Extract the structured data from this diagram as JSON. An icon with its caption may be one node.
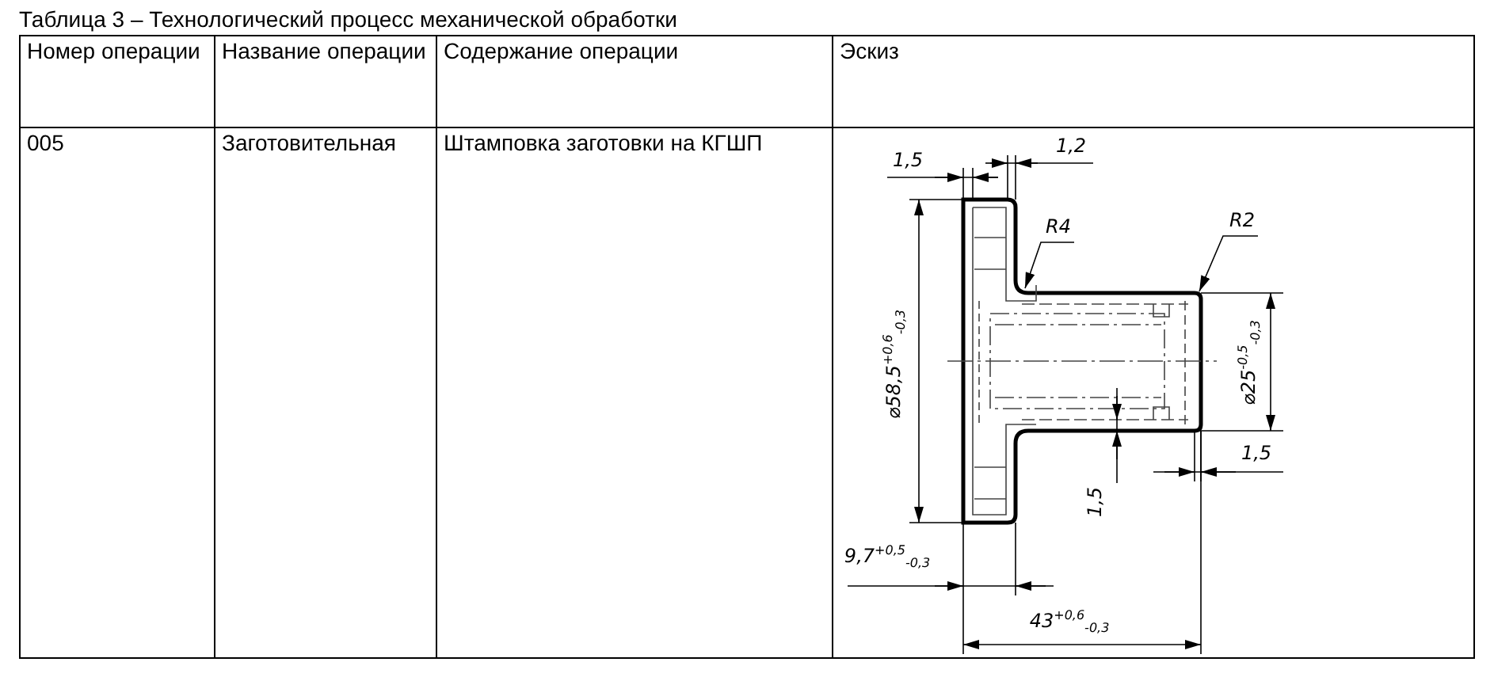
{
  "diagram": {
    "title": "Таблица 3 – Технологический процесс механической обработки",
    "nodes": [
      {
        "text": [
          "R4"
        ]
      },
      {
        "text": [
          "R2"
        ]
      },
      {
        "text": [],
        "shape": "picture"
      }
    ],
    "edges": [
      {
        "from": 0,
        "to": 2,
        "arrow": "to"
      },
      {
        "from": 1,
        "to": 2,
        "arrow": "to"
      }
    ],
    "labels": [
      "Номер операции",
      "Название операции",
      "Содержание операции",
      "Эскиз",
      "005",
      "Заготовительная",
      "Штамповка заготовки на КГШП",
      "1,5",
      "1,2",
      "⌀58,5$^{+0,6}$$_{-0,3}$",
      "⌀25$^{-0,5}$$_{-0,3}$",
      "1,5",
      "1,5",
      "9,7$^{+0,5}$$_{-0,3}$",
      "43$^{+0,6}$$_{-0,3}$"
    ]
  }
}
